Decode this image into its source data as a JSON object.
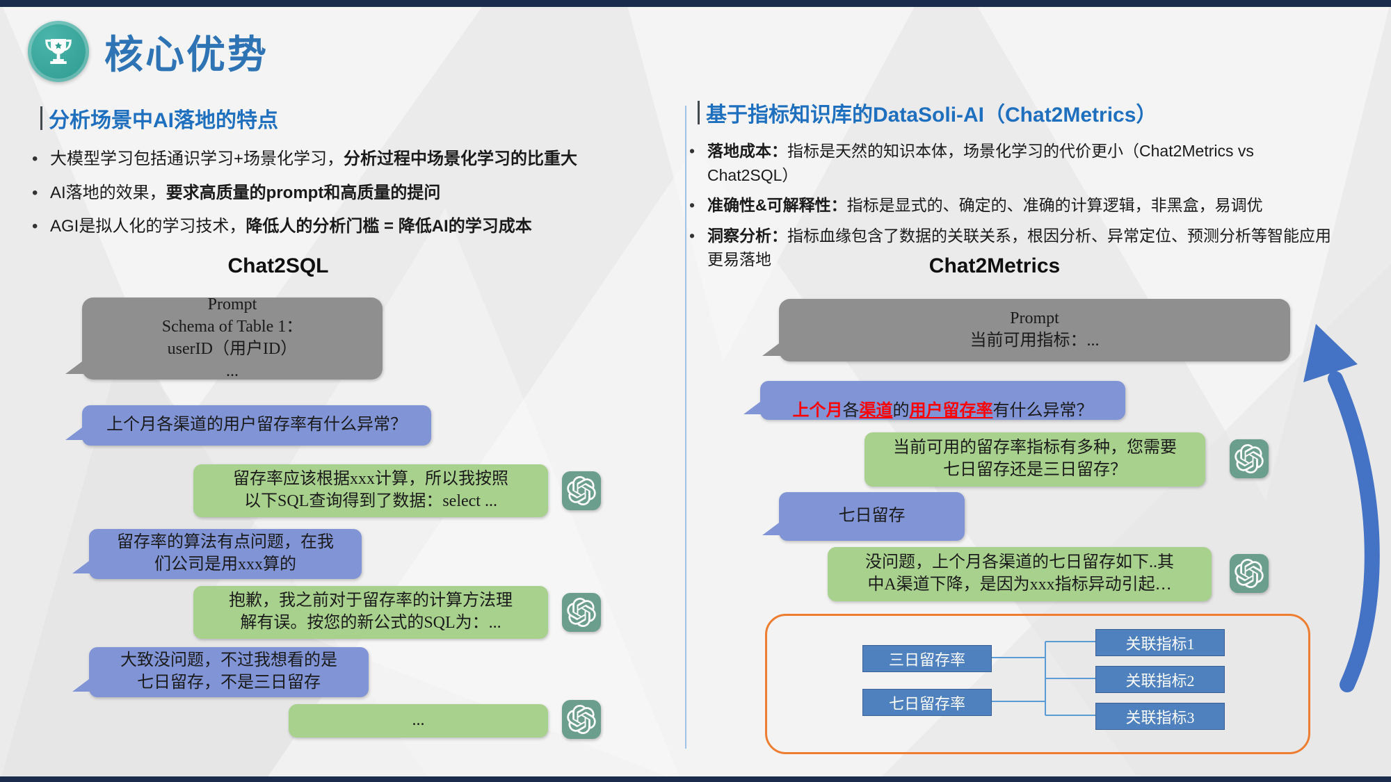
{
  "title": "核心优势",
  "colors": {
    "title_blue": "#2E74B5",
    "header_blue": "#1F6FBF",
    "icon_teal": "#2FA39A",
    "bubble_gray": "#8F8F8F",
    "bubble_blue": "#8094D6",
    "bubble_green": "#A9D18E",
    "gpt_icon_green": "#6B9E8C",
    "node_blue": "#4E81BD",
    "diagram_border_orange": "#ED7D31",
    "arrow_blue": "#4472C4",
    "highlight_red": "#FF0000"
  },
  "left": {
    "header": "分析场景中AI落地的特点",
    "bullets": [
      {
        "normal": "大模型学习包括通识学习+场景化学习，",
        "bold": "分析过程中场景化学习的比重大"
      },
      {
        "normal": "AI落地的效果，",
        "bold": "要求高质量的prompt和高质量的提问"
      },
      {
        "normal": "AGI是拟人化的学习技术，",
        "bold": "降低人的分析门槛 = 降低AI的学习成本"
      }
    ],
    "chat_title": "Chat2SQL",
    "chat": {
      "prompt": "Prompt\nSchema of Table 1：\nuserID（用户ID）\n...",
      "user1": "上个月各渠道的用户留存率有什么异常？",
      "bot1": "留存率应该根据xxx计算，所以我按照\n以下SQL查询得到了数据：select ...",
      "user2": "留存率的算法有点问题，在我\n们公司是用xxx算的",
      "bot2": "抱歉，我之前对于留存率的计算方法理\n解有误。按您的新公式的SQL为：...",
      "user3": "大致没问题，不过我想看的是\n七日留存，不是三日留存",
      "bot3": "..."
    }
  },
  "right": {
    "header": "基于指标知识库的DataSoli-AI（Chat2Metrics）",
    "bullets": [
      {
        "label": "落地成本：",
        "text": "指标是天然的知识本体，场景化学习的代价更小（Chat2Metrics vs Chat2SQL）"
      },
      {
        "label": "准确性&可解释性：",
        "text": "指标是显式的、确定的、准确的计算逻辑，非黑盒，易调优"
      },
      {
        "label": "洞察分析：",
        "text": "指标血缘包含了数据的关联关系，根因分析、异常定位、预测分析等智能应用更易落地"
      }
    ],
    "chat_title": "Chat2Metrics",
    "chat": {
      "prompt": "Prompt\n当前可用指标：...",
      "user1": {
        "s1": "上个月",
        "s2": "各",
        "s3": "渠道",
        "s4": "的",
        "s5": "用户留存率",
        "s6": "有什么异常？"
      },
      "bot1": "当前可用的留存率指标有多种，您需要\n七日留存还是三日留存？",
      "user2": "七日留存",
      "bot2": "没问题，上个月各渠道的七日留存如下..其\n中A渠道下降，是因为xxx指标异动引起…"
    },
    "diagram": {
      "left_nodes": [
        "三日留存率",
        "七日留存率"
      ],
      "right_nodes": [
        "关联指标1",
        "关联指标2",
        "关联指标3"
      ]
    }
  }
}
